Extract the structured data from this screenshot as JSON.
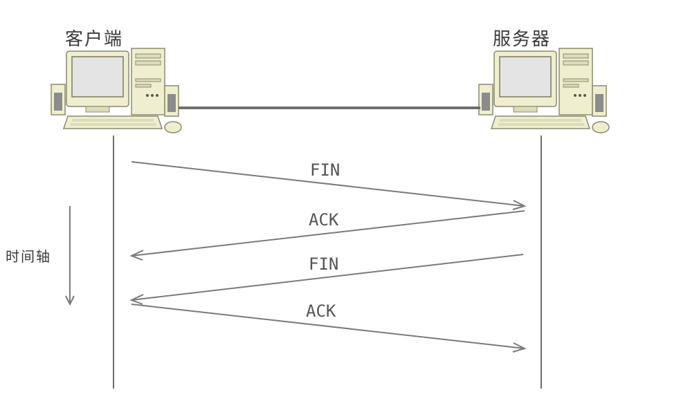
{
  "client": {
    "title": "客户端"
  },
  "server": {
    "title": "服务器"
  },
  "timeline": {
    "label": "时间轴"
  },
  "messages": [
    {
      "label": "FIN",
      "from": "client",
      "to": "server"
    },
    {
      "label": "ACK",
      "from": "server",
      "to": "client"
    },
    {
      "label": "FIN",
      "from": "server",
      "to": "client"
    },
    {
      "label": "ACK",
      "from": "client",
      "to": "server"
    }
  ],
  "colors": {
    "line": "#6e6e6e",
    "arrow": "#7a7a7a",
    "text": "#3a3a3a",
    "monitor": "#efefcf",
    "screen": "#e8e8e8"
  }
}
